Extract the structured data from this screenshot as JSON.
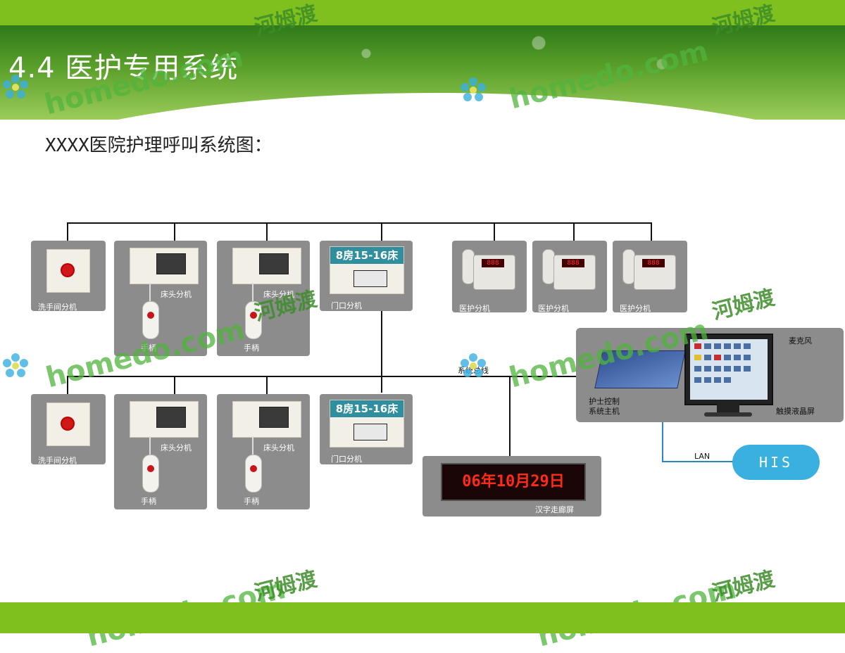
{
  "header": {
    "title": "4.4 医护专用系统"
  },
  "subtitle": "XXXX医院护理呼叫系统图：",
  "watermark": {
    "text": "homedo.com",
    "cn": "河姆渡"
  },
  "labels": {
    "washroom": "洗手间分机",
    "bedside": "床头分机",
    "handset": "手柄",
    "door": "门口分机",
    "door_sign": "8房15-16床",
    "medical": "医护分机",
    "bus": "系统总线",
    "host": "护士控制\n系统主机",
    "host_line1": "护士控制",
    "host_line2": "系统主机",
    "touch": "触摸液晶屏",
    "mic": "麦克风",
    "lan": "LAN",
    "his": "HIS",
    "corridor": "汉字走廊屏",
    "led_text": "06年10月29日"
  },
  "colors": {
    "brand_green": "#7fbf1e",
    "panel_gray": "#8c8c8c",
    "door_teal": "#2f8f9e",
    "his_blue": "#3ab0e0"
  }
}
